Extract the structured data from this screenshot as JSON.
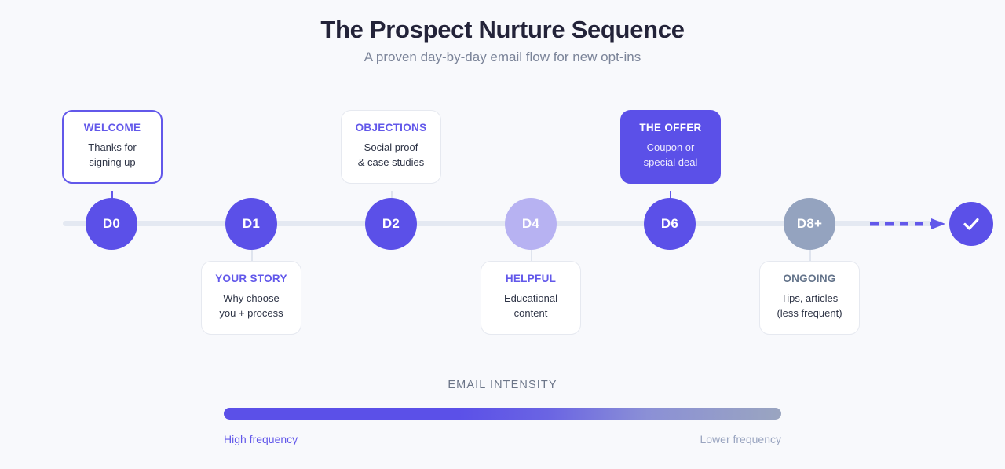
{
  "header": {
    "title": "The Prospect Nurture Sequence",
    "subtitle": "A proven day-by-day email flow for new opt-ins"
  },
  "timeline": {
    "nodes": [
      {
        "label": "D0",
        "style": "solid"
      },
      {
        "label": "D1",
        "style": "solid"
      },
      {
        "label": "D2",
        "style": "solid"
      },
      {
        "label": "D4",
        "style": "light"
      },
      {
        "label": "D6",
        "style": "solid"
      },
      {
        "label": "D8+",
        "style": "muted"
      }
    ],
    "end_icon": "check-icon",
    "arrow_icon": "dashed-arrow-icon"
  },
  "cards": [
    {
      "title": "WELCOME",
      "body": "Thanks for\nsigning up",
      "position": "above",
      "variant": "accent"
    },
    {
      "title": "YOUR STORY",
      "body": "Why choose\nyou + process",
      "position": "below",
      "variant": "plain"
    },
    {
      "title": "OBJECTIONS",
      "body": "Social proof\n& case studies",
      "position": "above",
      "variant": "plain"
    },
    {
      "title": "HELPFUL",
      "body": "Educational\ncontent",
      "position": "below",
      "variant": "plain"
    },
    {
      "title": "THE OFFER",
      "body": "Coupon or\nspecial deal",
      "position": "above",
      "variant": "filled"
    },
    {
      "title": "ONGOING",
      "body": "Tips, articles\n(less frequent)",
      "position": "below",
      "variant": "muted"
    }
  ],
  "intensity": {
    "label": "EMAIL INTENSITY",
    "legend_left": "High frequency",
    "legend_right": "Lower frequency"
  },
  "colors": {
    "accent": "#5b50e8",
    "accent_text": "#6258ea",
    "light_node": "#b7b2f2",
    "muted_node": "#94a3bf",
    "rail": "#e4e9f2",
    "background": "#f8f9fc",
    "title_text": "#232339",
    "subtitle_text": "#7b8499"
  }
}
